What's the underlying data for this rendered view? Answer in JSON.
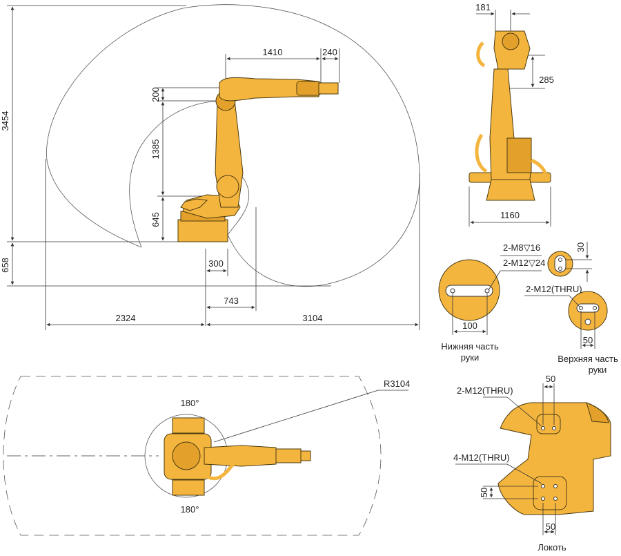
{
  "colors": {
    "robot": "#f4b53f",
    "robot_shadow": "#e3a12c",
    "outline": "#4a3a10",
    "line": "#333333"
  },
  "side_view": {
    "dims": {
      "height_total": "3454",
      "base_below": "658",
      "upper_arm_offset": "200",
      "upper_arm_length": "1385",
      "base_height": "645",
      "forearm_length": "1410",
      "wrist_length": "240",
      "axis_offset": "300",
      "min_reach": "743",
      "rear_reach": "2324",
      "front_reach": "3104"
    }
  },
  "rear_view": {
    "dims": {
      "top_width": "181",
      "wrist_offset": "285",
      "base_width": "1160"
    }
  },
  "top_view": {
    "radius_label": "R3104",
    "angle_top": "180°",
    "angle_bottom": "180°"
  },
  "details": {
    "lower_arm": {
      "hole_spec_1": "2-M8▽16",
      "hole_spec_2": "2-M12▽24",
      "spacing": "100",
      "caption_line1": "Нижняя часть",
      "caption_line2": "руки"
    },
    "upper_arm": {
      "dim_30": "30",
      "hole_spec": "2-M12(THRU)",
      "spacing": "50",
      "caption_line1": "Верхняя часть",
      "caption_line2": "руки"
    },
    "elbow": {
      "hole_spec_top": "2-M12(THRU)",
      "hole_spec_bottom": "4-M12(THRU)",
      "dim_top": "50",
      "dim_left": "50",
      "dim_bottom": "50",
      "caption": "Локоть"
    }
  }
}
